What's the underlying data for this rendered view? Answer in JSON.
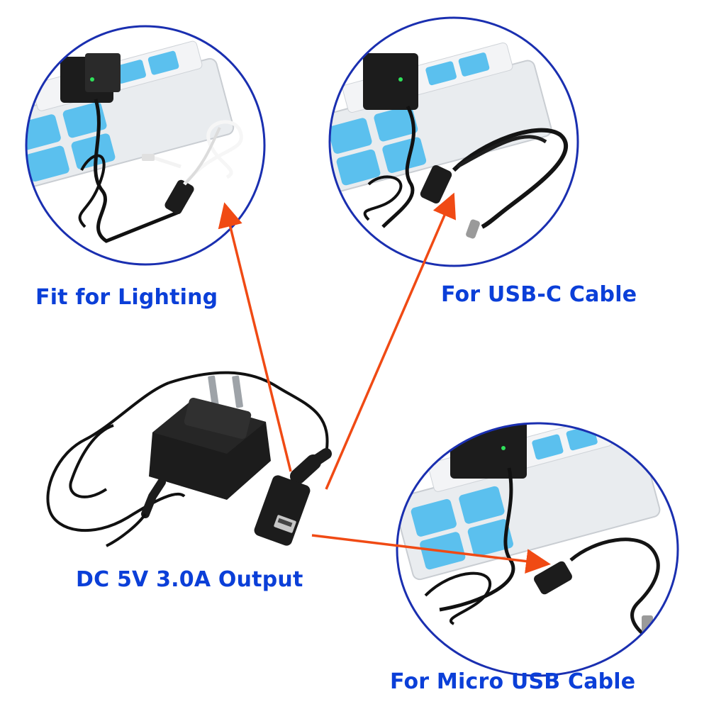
{
  "colors": {
    "caption": "#0b3fd8",
    "arrow": "#f04a14",
    "circle_border": "#1a2fb0",
    "power_strip": "#e9ecef",
    "socket_face": "#5bc0ee",
    "adapter": "#1c1c1c",
    "cable": "#111111",
    "led": "#2fe05a"
  },
  "captions": {
    "lighting": "Fit for Lighting",
    "usb_c": "For USB-C Cable",
    "output": "DC 5V 3.0A Output",
    "micro_usb": "For Micro USB Cable"
  },
  "icons": {
    "lighting_scene": "power-strip-with-adapter-and-white-lightning-cable",
    "usb_c_scene": "power-strip-with-adapter-and-black-usb-c-cable",
    "micro_scene": "power-strip-with-adapter-and-micro-usb-cable",
    "main_product": "wall-adapter-with-usb-a-female-extension"
  }
}
